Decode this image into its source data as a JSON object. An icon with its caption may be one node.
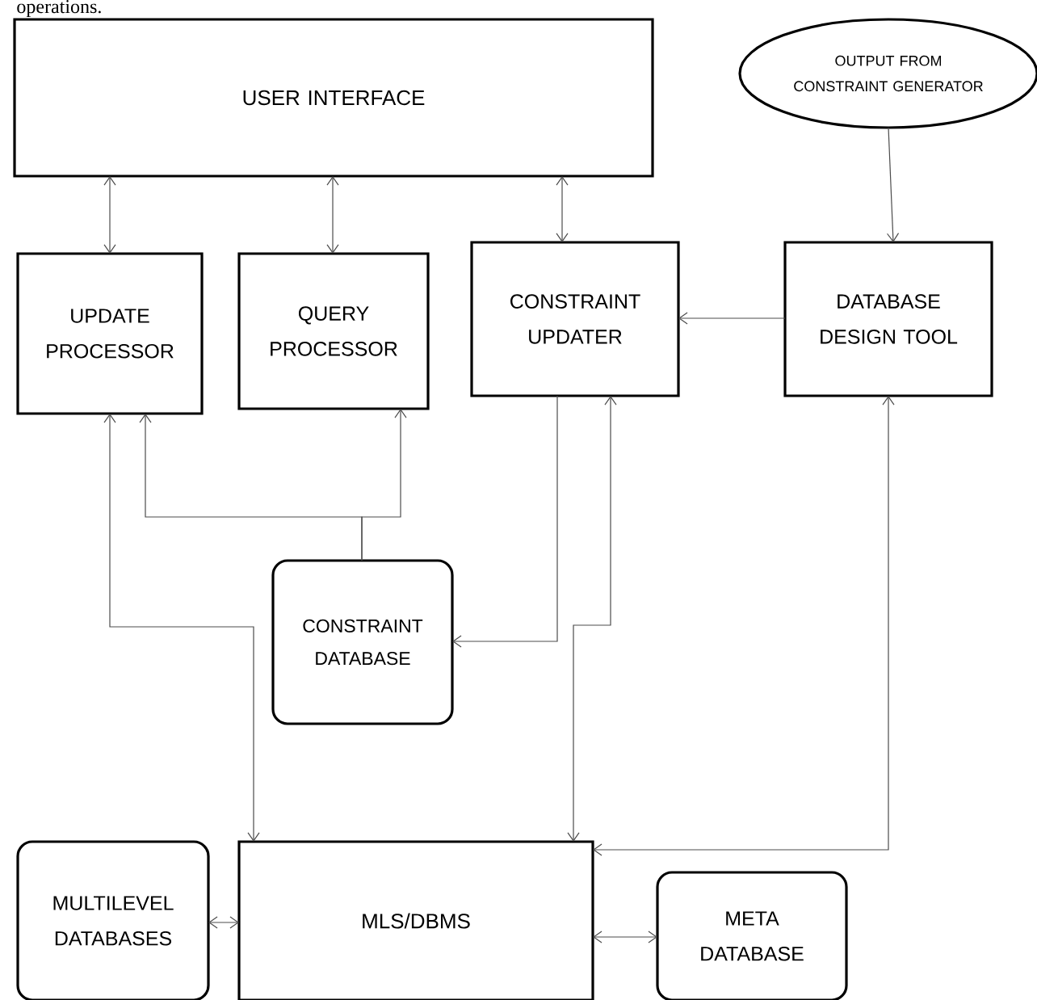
{
  "diagram": {
    "nodes": [
      {
        "text": [
          "USER INTERFACE"
        ]
      },
      {
        "text": [
          "OUTPUT FROM CONSTRAINT GENERATOR"
        ]
      },
      {
        "text": [
          "UPDATE PROCESSOR"
        ]
      },
      {
        "text": [
          "QUERY PROCESSOR"
        ]
      },
      {
        "text": [
          "CONSTRAINT UPDATER"
        ]
      },
      {
        "text": [
          "DATABASE DESIGN TOOL"
        ]
      },
      {
        "text": [
          "CONSTRAINT DATABASE"
        ]
      },
      {
        "text": [
          "MULTILEVEL DATABASES"
        ]
      },
      {
        "text": [
          "MLS/DBMS"
        ]
      },
      {
        "text": [
          "META DATABASE"
        ]
      }
    ],
    "edges": [
      {
        "from": 0,
        "to": 2,
        "arrow": "both"
      },
      {
        "from": 0,
        "to": 3,
        "arrow": "both"
      },
      {
        "from": 0,
        "to": 4,
        "arrow": "both"
      },
      {
        "from": 1,
        "to": 5,
        "arrow": "to"
      },
      {
        "from": 5,
        "to": 4,
        "arrow": "to"
      },
      {
        "from": 6,
        "to": 2,
        "arrow": "to"
      },
      {
        "from": 6,
        "to": 3,
        "arrow": "to"
      },
      {
        "from": 8,
        "to": 2,
        "arrow": "both"
      },
      {
        "from": 4,
        "to": 6,
        "arrow": "to"
      },
      {
        "from": 8,
        "to": 4,
        "arrow": "both"
      },
      {
        "from": 5,
        "to": 8,
        "arrow": "both"
      },
      {
        "from": 7,
        "to": 8,
        "arrow": "both"
      },
      {
        "from": 8,
        "to": 9,
        "arrow": "both"
      }
    ],
    "labels": [
      "operations."
    ]
  }
}
